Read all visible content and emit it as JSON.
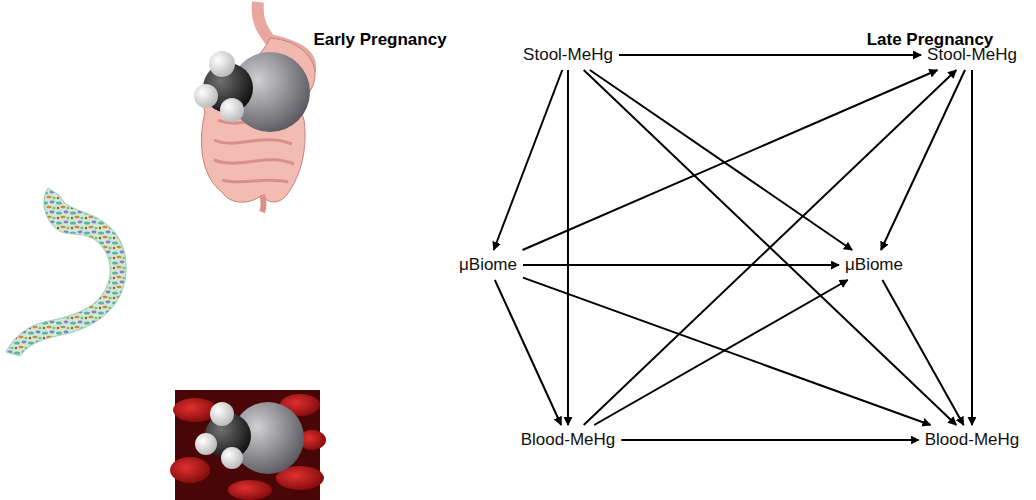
{
  "diagram": {
    "nodes": [
      {
        "text": [
          "Stool-MeHg"
        ]
      },
      {
        "text": [
          "Stool-MeHg"
        ]
      },
      {
        "text": [
          "μBiome"
        ]
      },
      {
        "text": [
          "μBiome"
        ]
      },
      {
        "text": [
          "Blood-MeHg"
        ]
      },
      {
        "text": [
          "Blood-MeHg"
        ]
      }
    ],
    "edges": [
      {
        "from": 0,
        "to": 2,
        "arrow": "to"
      },
      {
        "from": 0,
        "to": 4,
        "arrow": "to"
      },
      {
        "from": 0,
        "to": 1,
        "arrow": "to"
      },
      {
        "from": 0,
        "to": 3,
        "arrow": "to"
      },
      {
        "from": 0,
        "to": 5,
        "arrow": "to"
      },
      {
        "from": 2,
        "to": 4,
        "arrow": "to"
      },
      {
        "from": 2,
        "to": 1,
        "arrow": "to"
      },
      {
        "from": 2,
        "to": 3,
        "arrow": "to"
      },
      {
        "from": 2,
        "to": 5,
        "arrow": "to"
      },
      {
        "from": 4,
        "to": 1,
        "arrow": "to"
      },
      {
        "from": 4,
        "to": 3,
        "arrow": "to"
      },
      {
        "from": 4,
        "to": 5,
        "arrow": "to"
      },
      {
        "from": 1,
        "to": 3,
        "arrow": "to"
      },
      {
        "from": 1,
        "to": 5,
        "arrow": "to"
      },
      {
        "from": 3,
        "to": 5,
        "arrow": "to"
      }
    ],
    "labels": [
      "Early Pregnancy",
      "Late Pregnancy"
    ]
  }
}
